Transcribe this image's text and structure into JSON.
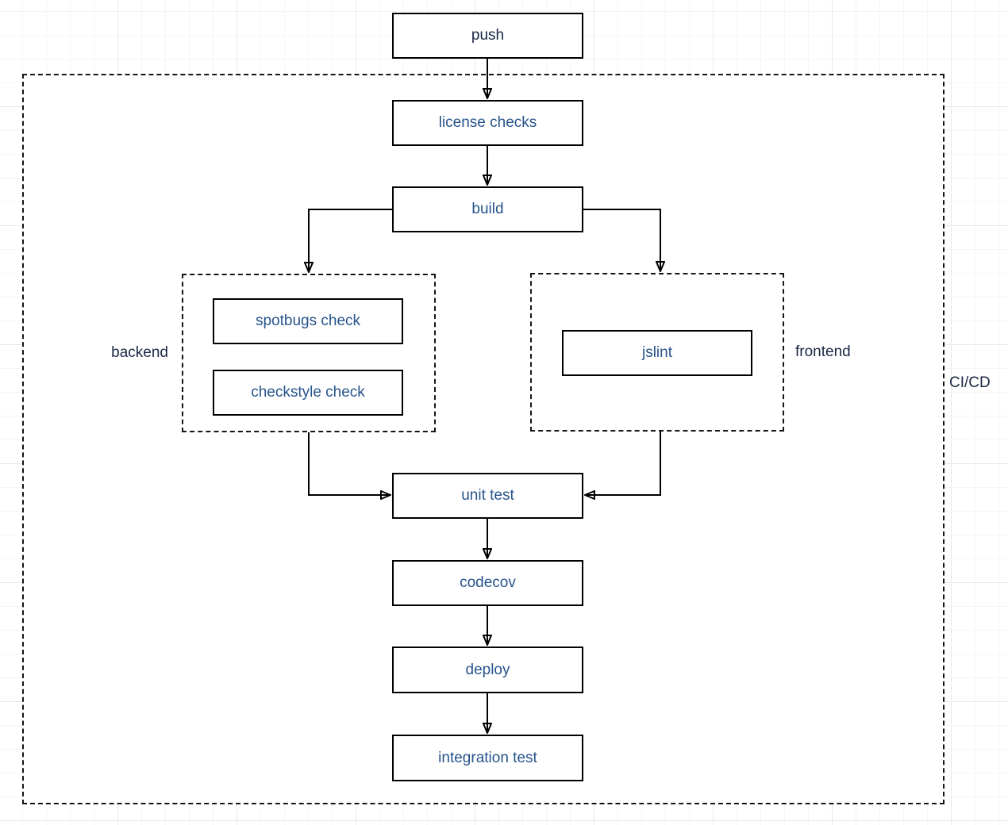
{
  "diagram": {
    "type": "flowchart",
    "outer_container": {
      "label": "CI/CD"
    },
    "group_labels": {
      "backend": "backend",
      "frontend": "frontend"
    },
    "nodes": [
      {
        "id": "push",
        "label": "push"
      },
      {
        "id": "license-checks",
        "label": "license checks"
      },
      {
        "id": "build",
        "label": "build"
      },
      {
        "id": "spotbugs-check",
        "label": "spotbugs check"
      },
      {
        "id": "checkstyle-check",
        "label": "checkstyle check"
      },
      {
        "id": "jslint",
        "label": "jslint"
      },
      {
        "id": "unit-test",
        "label": "unit test"
      },
      {
        "id": "codecov",
        "label": "codecov"
      },
      {
        "id": "deploy",
        "label": "deploy"
      },
      {
        "id": "integration-test",
        "label": "integration test"
      }
    ],
    "edges": [
      {
        "from": "push",
        "to": "license checks"
      },
      {
        "from": "license checks",
        "to": "build"
      },
      {
        "from": "build",
        "to": "backend group"
      },
      {
        "from": "build",
        "to": "frontend group"
      },
      {
        "from": "backend group",
        "to": "unit test"
      },
      {
        "from": "frontend group",
        "to": "unit test"
      },
      {
        "from": "unit test",
        "to": "codecov"
      },
      {
        "from": "codecov",
        "to": "deploy"
      },
      {
        "from": "deploy",
        "to": "integration test"
      }
    ]
  },
  "colors": {
    "background": "#ffffff",
    "grid_minor": "#f5f5f5",
    "grid_major": "#e9e9e9",
    "box_border": "#000000",
    "box_label": "#27548c",
    "container_label": "#1a2744",
    "arrow": "#000000"
  }
}
